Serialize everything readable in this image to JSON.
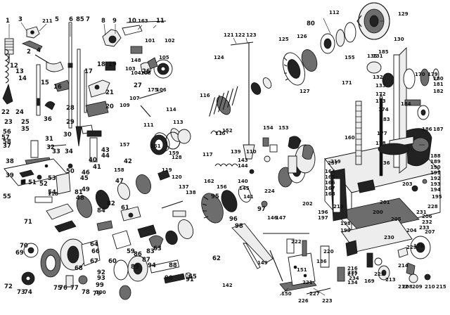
{
  "labels": [
    {
      "text": "1"
    },
    {
      "text": "3"
    },
    {
      "text": "211"
    },
    {
      "text": "5"
    },
    {
      "text": "6"
    },
    {
      "text": "85"
    },
    {
      "text": "7"
    },
    {
      "text": "8"
    },
    {
      "text": "9"
    },
    {
      "text": "10"
    },
    {
      "text": "163"
    },
    {
      "text": "11"
    },
    {
      "text": "12"
    },
    {
      "text": "13"
    },
    {
      "text": "14"
    },
    {
      "text": "2"
    },
    {
      "text": "4"
    },
    {
      "text": "15"
    },
    {
      "text": "16"
    },
    {
      "text": "17"
    },
    {
      "text": "18"
    },
    {
      "text": "19"
    },
    {
      "text": "20"
    },
    {
      "text": "21"
    },
    {
      "text": "22"
    },
    {
      "text": "23"
    },
    {
      "text": "24"
    },
    {
      "text": "25"
    },
    {
      "text": "26"
    },
    {
      "text": "27"
    },
    {
      "text": "28"
    },
    {
      "text": "29"
    },
    {
      "text": "30"
    },
    {
      "text": "31"
    },
    {
      "text": "32"
    },
    {
      "text": "33"
    },
    {
      "text": "34"
    },
    {
      "text": "35"
    },
    {
      "text": "36"
    },
    {
      "text": "37"
    },
    {
      "text": "38"
    },
    {
      "text": "39"
    },
    {
      "text": "40"
    },
    {
      "text": "41"
    },
    {
      "text": "42"
    },
    {
      "text": "43"
    },
    {
      "text": "44"
    },
    {
      "text": "45"
    },
    {
      "text": "46"
    },
    {
      "text": "47"
    },
    {
      "text": "48"
    },
    {
      "text": "49"
    },
    {
      "text": "50"
    },
    {
      "text": "51"
    },
    {
      "text": "52"
    },
    {
      "text": "53"
    },
    {
      "text": "54"
    },
    {
      "text": "55"
    },
    {
      "text": "56"
    },
    {
      "text": "57"
    },
    {
      "text": "58"
    },
    {
      "text": "59"
    },
    {
      "text": "60"
    },
    {
      "text": "61"
    },
    {
      "text": "62"
    },
    {
      "text": "63"
    },
    {
      "text": "64"
    },
    {
      "text": "65"
    },
    {
      "text": "66"
    },
    {
      "text": "67"
    },
    {
      "text": "68"
    },
    {
      "text": "69"
    },
    {
      "text": "70"
    },
    {
      "text": "71"
    },
    {
      "text": "72"
    },
    {
      "text": "73"
    },
    {
      "text": "74"
    },
    {
      "text": "75"
    },
    {
      "text": "76"
    },
    {
      "text": "77"
    },
    {
      "text": "78"
    },
    {
      "text": "79"
    },
    {
      "text": "80"
    },
    {
      "text": "81"
    },
    {
      "text": "82"
    },
    {
      "text": "83"
    },
    {
      "text": "84"
    },
    {
      "text": "86"
    },
    {
      "text": "87"
    },
    {
      "text": "88"
    },
    {
      "text": "89"
    },
    {
      "text": "90"
    },
    {
      "text": "91"
    },
    {
      "text": "92"
    },
    {
      "text": "93"
    },
    {
      "text": "94"
    },
    {
      "text": "95"
    },
    {
      "text": "96"
    },
    {
      "text": "97"
    },
    {
      "text": "98"
    },
    {
      "text": "99"
    },
    {
      "text": "100"
    },
    {
      "text": "101"
    },
    {
      "text": "102"
    },
    {
      "text": "103"
    },
    {
      "text": "104"
    },
    {
      "text": "105"
    },
    {
      "text": "106"
    },
    {
      "text": "107"
    },
    {
      "text": "108"
    },
    {
      "text": "109"
    },
    {
      "text": "110"
    },
    {
      "text": "111"
    },
    {
      "text": "112"
    },
    {
      "text": "113"
    },
    {
      "text": "114"
    },
    {
      "text": "115"
    },
    {
      "text": "116"
    },
    {
      "text": "117"
    },
    {
      "text": "118"
    },
    {
      "text": "119"
    },
    {
      "text": "120"
    },
    {
      "text": "121"
    },
    {
      "text": "122"
    },
    {
      "text": "123"
    },
    {
      "text": "124"
    },
    {
      "text": "125"
    },
    {
      "text": "126"
    },
    {
      "text": "127"
    },
    {
      "text": "128"
    },
    {
      "text": "129"
    },
    {
      "text": "130"
    },
    {
      "text": "131"
    },
    {
      "text": "132"
    },
    {
      "text": "133"
    },
    {
      "text": "134"
    },
    {
      "text": "135"
    },
    {
      "text": "136"
    },
    {
      "text": "137"
    },
    {
      "text": "138"
    },
    {
      "text": "139"
    },
    {
      "text": "140"
    },
    {
      "text": "141"
    },
    {
      "text": "142"
    },
    {
      "text": "143"
    },
    {
      "text": "144"
    },
    {
      "text": "145"
    },
    {
      "text": "146"
    },
    {
      "text": "147"
    },
    {
      "text": "148"
    },
    {
      "text": "149"
    },
    {
      "text": "150"
    },
    {
      "text": "151"
    },
    {
      "text": "152"
    },
    {
      "text": "153"
    },
    {
      "text": "154"
    },
    {
      "text": "155"
    },
    {
      "text": "156"
    },
    {
      "text": "157"
    },
    {
      "text": "158"
    },
    {
      "text": "159"
    },
    {
      "text": "160"
    },
    {
      "text": "161"
    },
    {
      "text": "162"
    },
    {
      "text": "164"
    },
    {
      "text": "165"
    },
    {
      "text": "166"
    },
    {
      "text": "167"
    },
    {
      "text": "168"
    },
    {
      "text": "169"
    },
    {
      "text": "170"
    },
    {
      "text": "171"
    },
    {
      "text": "172"
    },
    {
      "text": "173"
    },
    {
      "text": "174"
    },
    {
      "text": "175"
    },
    {
      "text": "176"
    },
    {
      "text": "177"
    },
    {
      "text": "178"
    },
    {
      "text": "179"
    },
    {
      "text": "180"
    },
    {
      "text": "181"
    },
    {
      "text": "182"
    },
    {
      "text": "183"
    },
    {
      "text": "184"
    },
    {
      "text": "185"
    },
    {
      "text": "186"
    },
    {
      "text": "187"
    },
    {
      "text": "188"
    },
    {
      "text": "189"
    },
    {
      "text": "190"
    },
    {
      "text": "191"
    },
    {
      "text": "192"
    },
    {
      "text": "193"
    },
    {
      "text": "194"
    },
    {
      "text": "195"
    },
    {
      "text": "196"
    },
    {
      "text": "197"
    },
    {
      "text": "198"
    },
    {
      "text": "199"
    },
    {
      "text": "200"
    },
    {
      "text": "201"
    },
    {
      "text": "202"
    },
    {
      "text": "203"
    },
    {
      "text": "204"
    },
    {
      "text": "205"
    },
    {
      "text": "206"
    },
    {
      "text": "207"
    },
    {
      "text": "208"
    },
    {
      "text": "209"
    },
    {
      "text": "210"
    },
    {
      "text": "212"
    },
    {
      "text": "213"
    },
    {
      "text": "214"
    },
    {
      "text": "215"
    },
    {
      "text": "216"
    },
    {
      "text": "217"
    },
    {
      "text": "218"
    },
    {
      "text": "219"
    },
    {
      "text": "220"
    },
    {
      "text": "221"
    },
    {
      "text": "222"
    },
    {
      "text": "223"
    },
    {
      "text": "224"
    },
    {
      "text": "225"
    },
    {
      "text": "226"
    },
    {
      "text": "227"
    },
    {
      "text": "228"
    },
    {
      "text": "229"
    },
    {
      "text": "230"
    },
    {
      "text": "231"
    },
    {
      "text": "232"
    },
    {
      "text": "233"
    },
    {
      "text": "234"
    },
    {
      "text": "235"
    },
    {
      "text": "236"
    },
    {
      "text": "237"
    }
  ]
}
